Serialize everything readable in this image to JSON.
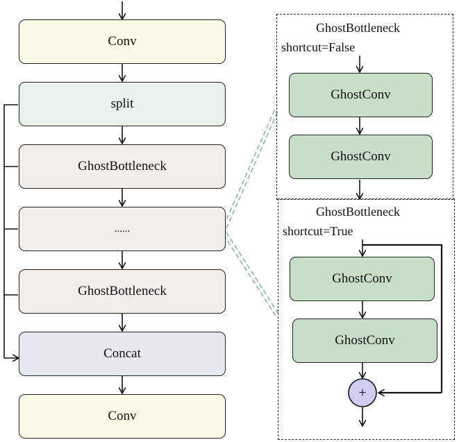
{
  "colors": {
    "conv": "#fafbe6",
    "split": "#e6f1ea",
    "bottleneck": "#f4eeea",
    "concat": "#e6e9ef",
    "ghostconv": "#c9dec8",
    "plus": "#cfcdf2",
    "connector": "#8fb0b0"
  },
  "main": {
    "conv_top": "Conv",
    "split": "split",
    "bottleneck_1": "GhostBottleneck",
    "ellipsis": "......",
    "bottleneck_2": "GhostBottleneck",
    "concat": "Concat",
    "conv_bottom": "Conv"
  },
  "detail_false": {
    "title": "GhostBottleneck",
    "shortcut": "shortcut=False",
    "conv_1": "GhostConv",
    "conv_2": "GhostConv"
  },
  "detail_true": {
    "title": "GhostBottleneck",
    "shortcut": "shortcut=True",
    "conv_1": "GhostConv",
    "conv_2": "GhostConv",
    "add_symbol": "+"
  }
}
